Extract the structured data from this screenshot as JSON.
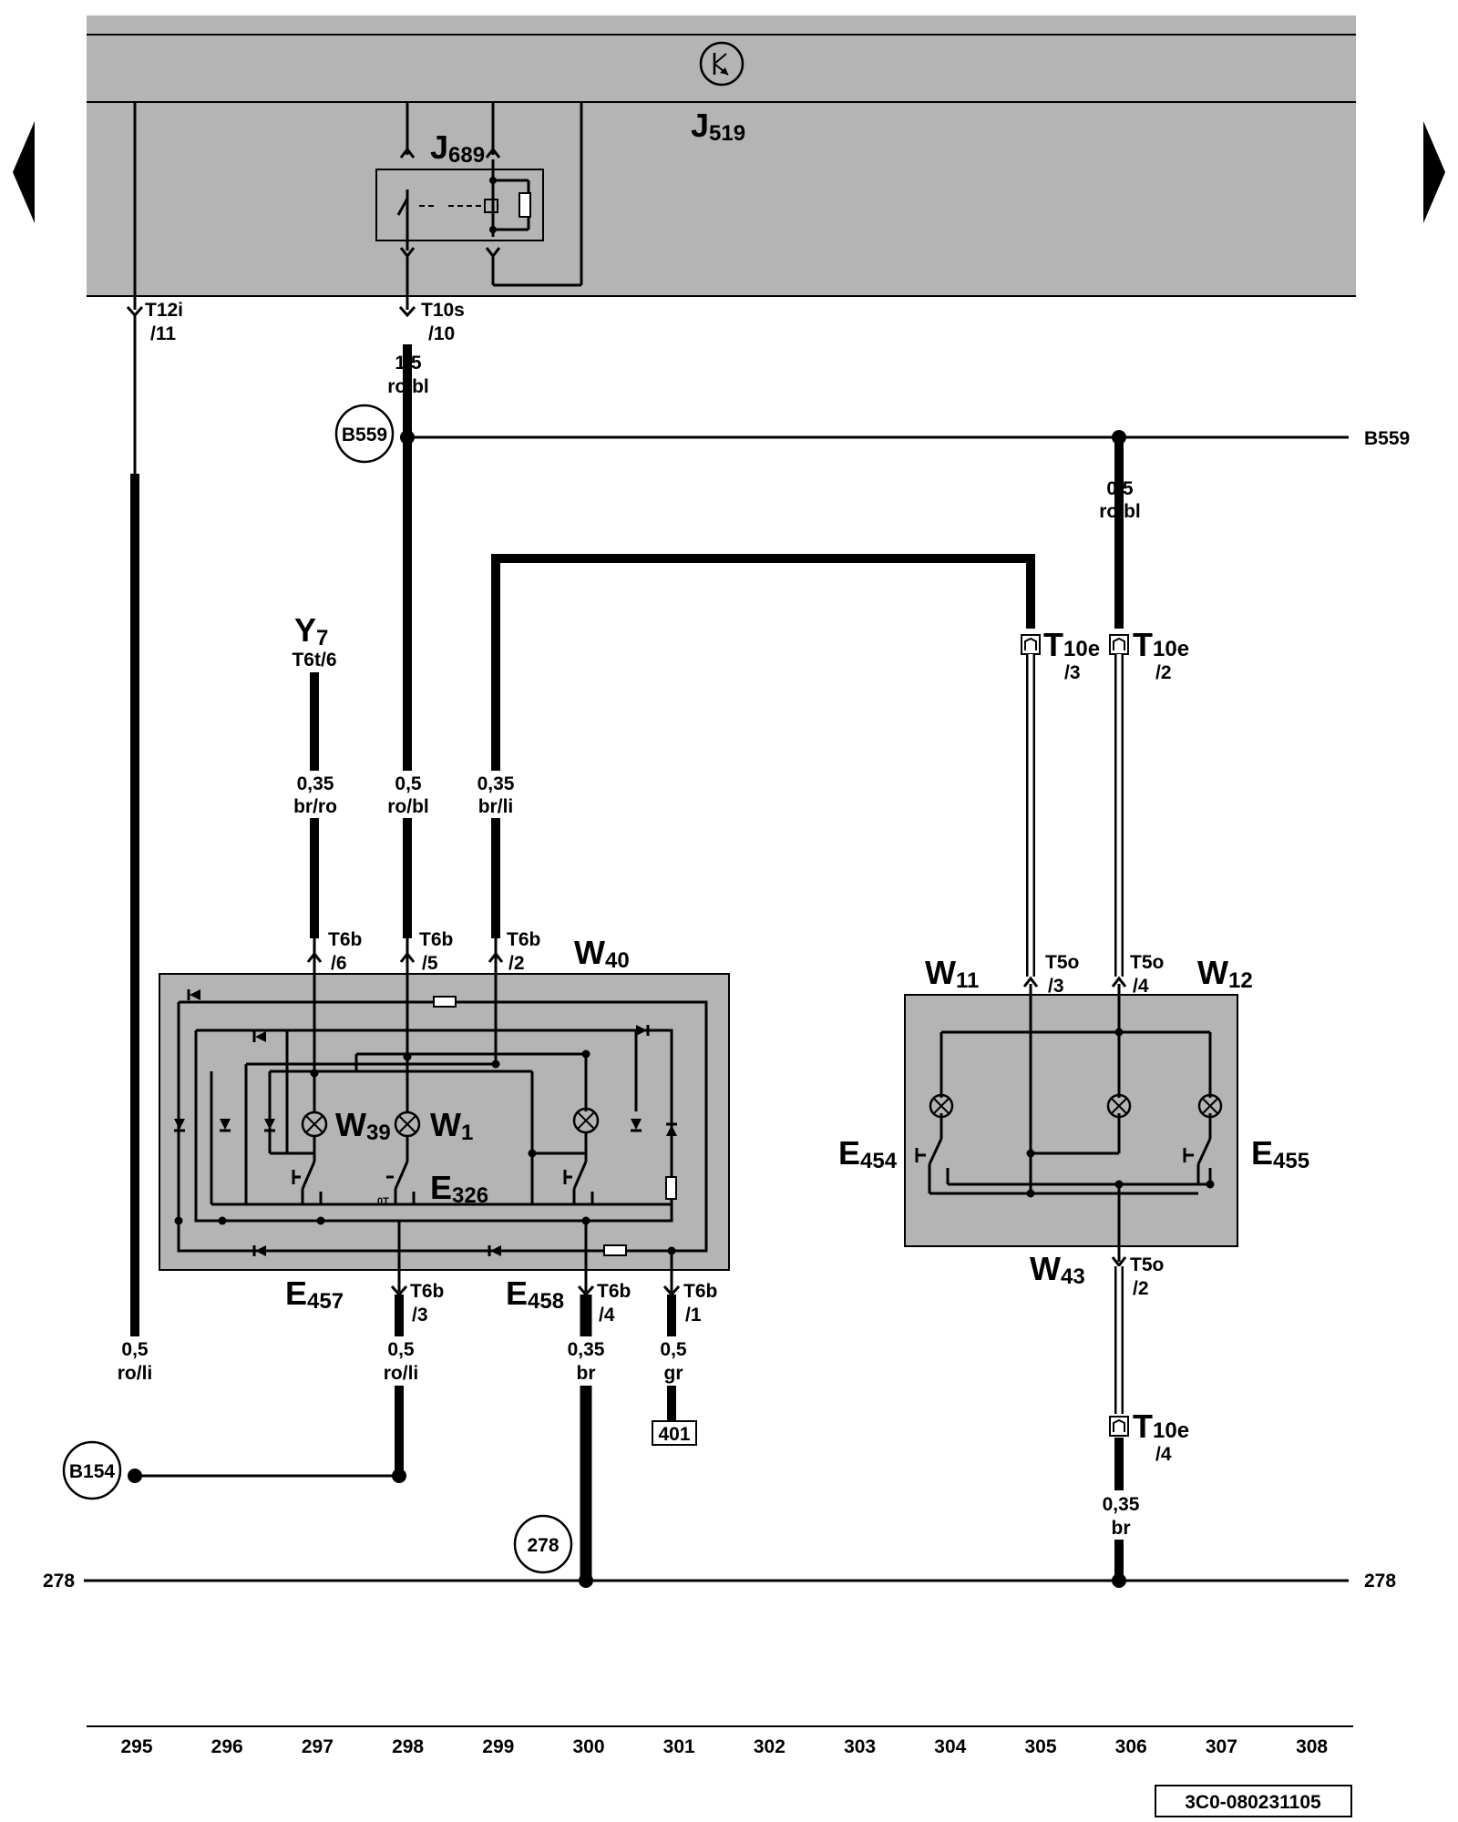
{
  "control_unit": {
    "name": "J",
    "sub": "519"
  },
  "relay": {
    "name": "J",
    "sub": "689"
  },
  "connectors": {
    "t12i": "T12i",
    "t12i_pin": "/11",
    "t10s": "T10s",
    "t10s_pin": "/10",
    "t6t": "T6t/6",
    "t6b": "T6b",
    "p6": "/6",
    "p5": "/5",
    "p2": "/2",
    "p3": "/3",
    "p4": "/4",
    "p1": "/1",
    "t10e_main": "T",
    "t10e_sub": "10e",
    "t10e_p3": "/3",
    "t10e_p2": "/2",
    "t10e_p4": "/4",
    "t5o": "T5o",
    "t5o_p3": "/3",
    "t5o_p4": "/4",
    "t5o_p2": "/2"
  },
  "wires": [
    {
      "size": "1,5",
      "color": "ro/bl"
    },
    {
      "size": "0,5",
      "color": "ro/bl"
    },
    {
      "size": "0,35",
      "color": "br/ro"
    },
    {
      "size": "0,5",
      "color": "ro/bl"
    },
    {
      "size": "0,35",
      "color": "br/li"
    },
    {
      "size": "0,5",
      "color": "ro/li"
    },
    {
      "size": "0,5",
      "color": "ro/li"
    },
    {
      "size": "0,35",
      "color": "br"
    },
    {
      "size": "0,5",
      "color": "gr"
    },
    {
      "size": "0,35",
      "color": "br"
    }
  ],
  "components": {
    "y": "Y",
    "y_sub": "7",
    "w": "W",
    "w40": "40",
    "w39": "39",
    "w1": "1",
    "w11": "11",
    "w12": "12",
    "w43": "43",
    "e": "E",
    "e326": "326",
    "e457": "457",
    "e458": "458",
    "e454": "454",
    "e455": "455",
    "ot": "0T"
  },
  "references": {
    "b559": "B559",
    "b154": "B154",
    "node278": "278",
    "ref401": "401"
  },
  "track_numbers": [
    "295",
    "296",
    "297",
    "298",
    "299",
    "300",
    "301",
    "302",
    "303",
    "304",
    "305",
    "306",
    "307",
    "308"
  ],
  "doc_code": "3C0-080231105",
  "colors": {
    "panel": "#b4b4b4",
    "line": "#000000"
  }
}
